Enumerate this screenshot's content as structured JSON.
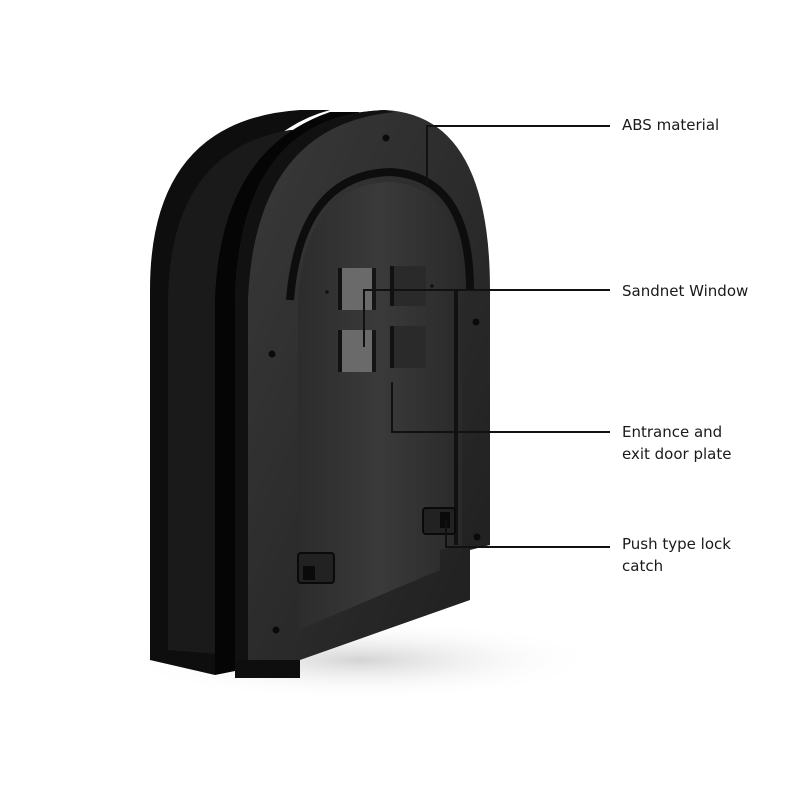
{
  "figure": {
    "subject": "Black arched pet door (cat flap) with frame",
    "colors": {
      "background": "#ffffff",
      "body_dark": "#141414",
      "face": "#2a2a2a",
      "door_plate": "#333333",
      "mesh": "#6a6a6a",
      "leader_line": "#111111"
    }
  },
  "callouts": [
    {
      "id": "abs",
      "text": "ABS material"
    },
    {
      "id": "sandnet",
      "text": "Sandnet Window"
    },
    {
      "id": "door_plate",
      "text": "Entrance and\nexit door plate"
    },
    {
      "id": "lock",
      "text": "Push type lock\ncatch"
    }
  ]
}
